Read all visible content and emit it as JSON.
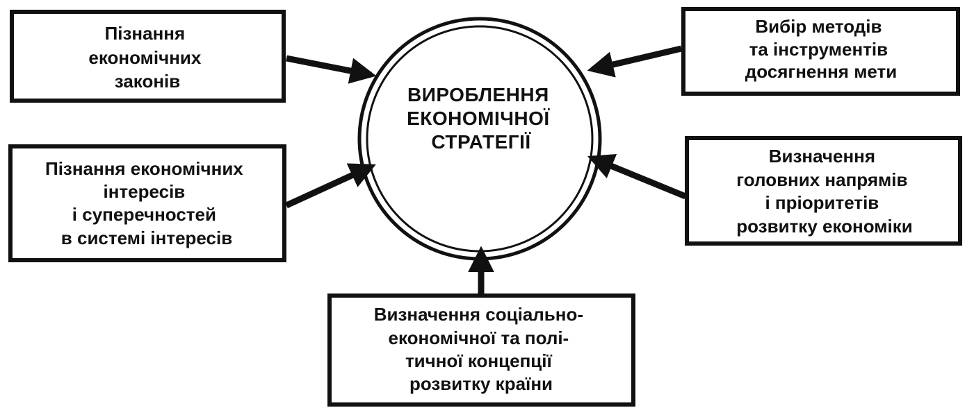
{
  "center": {
    "lines": [
      "ВИРОБЛЕННЯ",
      "ЕКОНОМІЧНОЇ",
      "СТРАТЕГІЇ"
    ]
  },
  "boxes": {
    "top_left": {
      "lines": [
        "Пізнання",
        "економічних",
        "законів"
      ]
    },
    "bottom_left": {
      "lines": [
        "Пізнання економічних",
        "інтересів",
        "і суперечностей",
        "в системі інтересів"
      ]
    },
    "top_right": {
      "lines": [
        "Вибір методів",
        "та інструментів",
        "досягнення мети"
      ]
    },
    "bottom_right": {
      "lines": [
        "Визначення",
        "головних напрямів",
        "і пріоритетів",
        "розвитку економіки"
      ]
    },
    "bottom": {
      "lines": [
        "Визначення соціально-",
        "економічної та полі-",
        "тичної концепції",
        "розвитку країни"
      ]
    }
  },
  "colors": {
    "ink": "#111111",
    "background": "#ffffff"
  }
}
